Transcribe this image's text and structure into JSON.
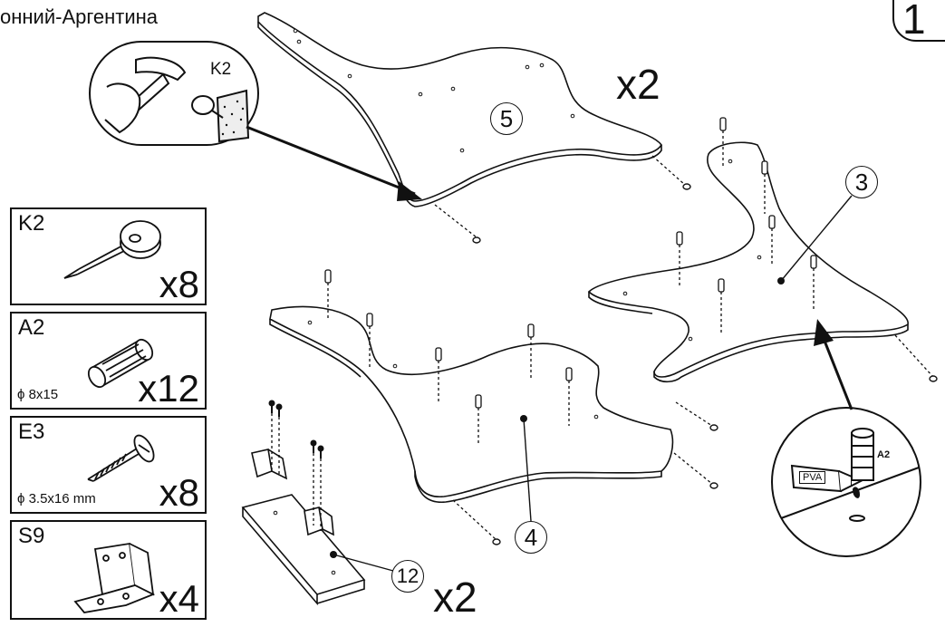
{
  "header": {
    "title": "онний-Аргентина",
    "page_number": "1"
  },
  "parts": [
    {
      "code": "K2",
      "quantity": "x8",
      "size": "",
      "icon": "nail-icon"
    },
    {
      "code": "A2",
      "quantity": "x12",
      "size": "ϕ 8x15",
      "icon": "dowel-icon"
    },
    {
      "code": "E3",
      "quantity": "x8",
      "size": "ϕ 3.5x16 mm",
      "icon": "screw-icon"
    },
    {
      "code": "S9",
      "quantity": "x4",
      "size": "",
      "icon": "bracket-icon"
    }
  ],
  "callouts": {
    "part5": "5",
    "part3": "3",
    "part4": "4",
    "part12": "12"
  },
  "quantities": {
    "part5": "x2",
    "part12": "x2"
  },
  "insets": {
    "hammer_label": "K2",
    "glue_bottle_label": "PVA",
    "glue_dowel_label": "A2"
  },
  "colors": {
    "line": "#111111",
    "fill": "#ffffff"
  }
}
